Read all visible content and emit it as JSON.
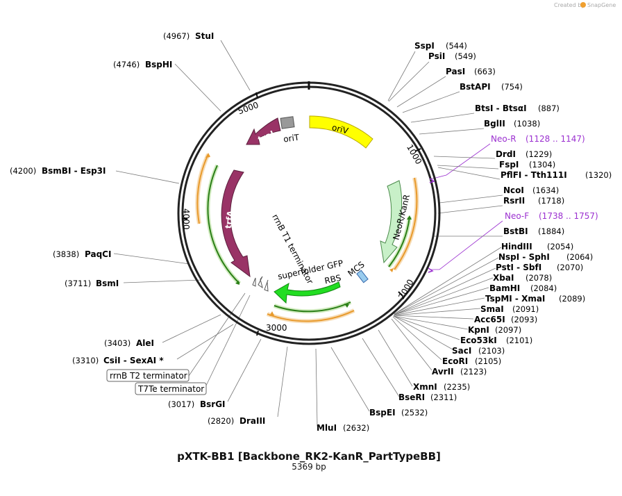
{
  "brand": {
    "created_by": "Created by",
    "name": "SnapGene"
  },
  "map": {
    "title": "pXTK-BB1 [Backbone_RK2-KanR_PartTypeBB]",
    "size": "5369 bp",
    "total_bp": 5369,
    "ticks": [
      {
        "label": "1000",
        "bp": 1000
      },
      {
        "label": "2000",
        "bp": 2000
      },
      {
        "label": "3000",
        "bp": 3000
      },
      {
        "label": "4000",
        "bp": 4000
      },
      {
        "label": "5000",
        "bp": 5000
      }
    ],
    "features": [
      {
        "name": "oriV",
        "color": "#ffff00",
        "stroke": "#b8a800"
      },
      {
        "name": "NeoR/KanR",
        "color": "#c8f0c8",
        "stroke": "#4a8a4a"
      },
      {
        "name": "MCS",
        "color": "#99ccee",
        "stroke": "#3366aa"
      },
      {
        "name": "superfolder GFP",
        "color": "#22dd22",
        "stroke": "#118811"
      },
      {
        "name": "RBS",
        "color": "#ffffff",
        "stroke": "#555555"
      },
      {
        "name": "rrnB T1 terminator",
        "color": "#ffffff",
        "stroke": "#555555"
      },
      {
        "name": "trfA",
        "color": "#993366",
        "stroke": "#5c1f3d"
      },
      {
        "name": "traJ",
        "color": "#993366",
        "stroke": "#5c1f3d"
      },
      {
        "name": "oriT",
        "color": "#999999",
        "stroke": "#555555"
      }
    ],
    "boxed_features": [
      {
        "name": "rrnB T2 terminator"
      },
      {
        "name": "T7Te terminator"
      }
    ],
    "primers": [
      {
        "name": "Neo-R",
        "pos": "(1128 .. 1147)"
      },
      {
        "name": "Neo-F",
        "pos": "(1738 .. 1757)"
      }
    ],
    "sites_right": [
      {
        "name": "SspI",
        "pos": "(544)"
      },
      {
        "name": "PsiI",
        "pos": "(549)"
      },
      {
        "name": "PasI",
        "pos": "(663)"
      },
      {
        "name": "BstAPI",
        "pos": "(754)"
      },
      {
        "name": "BtsI - BtsαI",
        "pos": "(887)"
      },
      {
        "name": "BglII",
        "pos": "(1038)"
      },
      {
        "name": "DrdI",
        "pos": "(1229)"
      },
      {
        "name": "FspI",
        "pos": "(1304)"
      },
      {
        "name": "PflFI - Tth111I",
        "pos": "(1320)"
      },
      {
        "name": "NcoI",
        "pos": "(1634)"
      },
      {
        "name": "RsrII",
        "pos": "(1718)"
      },
      {
        "name": "BstBI",
        "pos": "(1884)"
      },
      {
        "name": "HindIII",
        "pos": "(2054)"
      },
      {
        "name": "NspI - SphI",
        "pos": "(2064)"
      },
      {
        "name": "PstI - SbfI",
        "pos": "(2070)"
      },
      {
        "name": "XbaI",
        "pos": "(2078)"
      },
      {
        "name": "BamHI",
        "pos": "(2084)"
      },
      {
        "name": "TspMI - XmaI",
        "pos": "(2089)"
      },
      {
        "name": "SmaI",
        "pos": "(2091)"
      },
      {
        "name": "Acc65I",
        "pos": "(2093)"
      },
      {
        "name": "KpnI",
        "pos": "(2097)"
      },
      {
        "name": "Eco53kI",
        "pos": "(2101)"
      },
      {
        "name": "SacI",
        "pos": "(2103)"
      },
      {
        "name": "EcoRI",
        "pos": "(2105)"
      },
      {
        "name": "AvrII",
        "pos": "(2123)"
      },
      {
        "name": "XmnI",
        "pos": "(2235)"
      },
      {
        "name": "BseRI",
        "pos": "(2311)"
      },
      {
        "name": "BspEI",
        "pos": "(2532)"
      }
    ],
    "sites_left": [
      {
        "name": "MluI",
        "pos": "(2632)"
      },
      {
        "name": "DraIII",
        "pos": "(2820)"
      },
      {
        "name": "BsrGI",
        "pos": "(3017)"
      },
      {
        "name": "CsiI - SexAI *",
        "pos": "(3310)"
      },
      {
        "name": "AleI",
        "pos": "(3403)"
      },
      {
        "name": "BsmI",
        "pos": "(3711)"
      },
      {
        "name": "PaqCI",
        "pos": "(3838)"
      },
      {
        "name": "BsmBI - Esp3I",
        "pos": "(4200)"
      },
      {
        "name": "BspHI",
        "pos": "(4746)"
      },
      {
        "name": "StuI",
        "pos": "(4967)"
      }
    ]
  }
}
